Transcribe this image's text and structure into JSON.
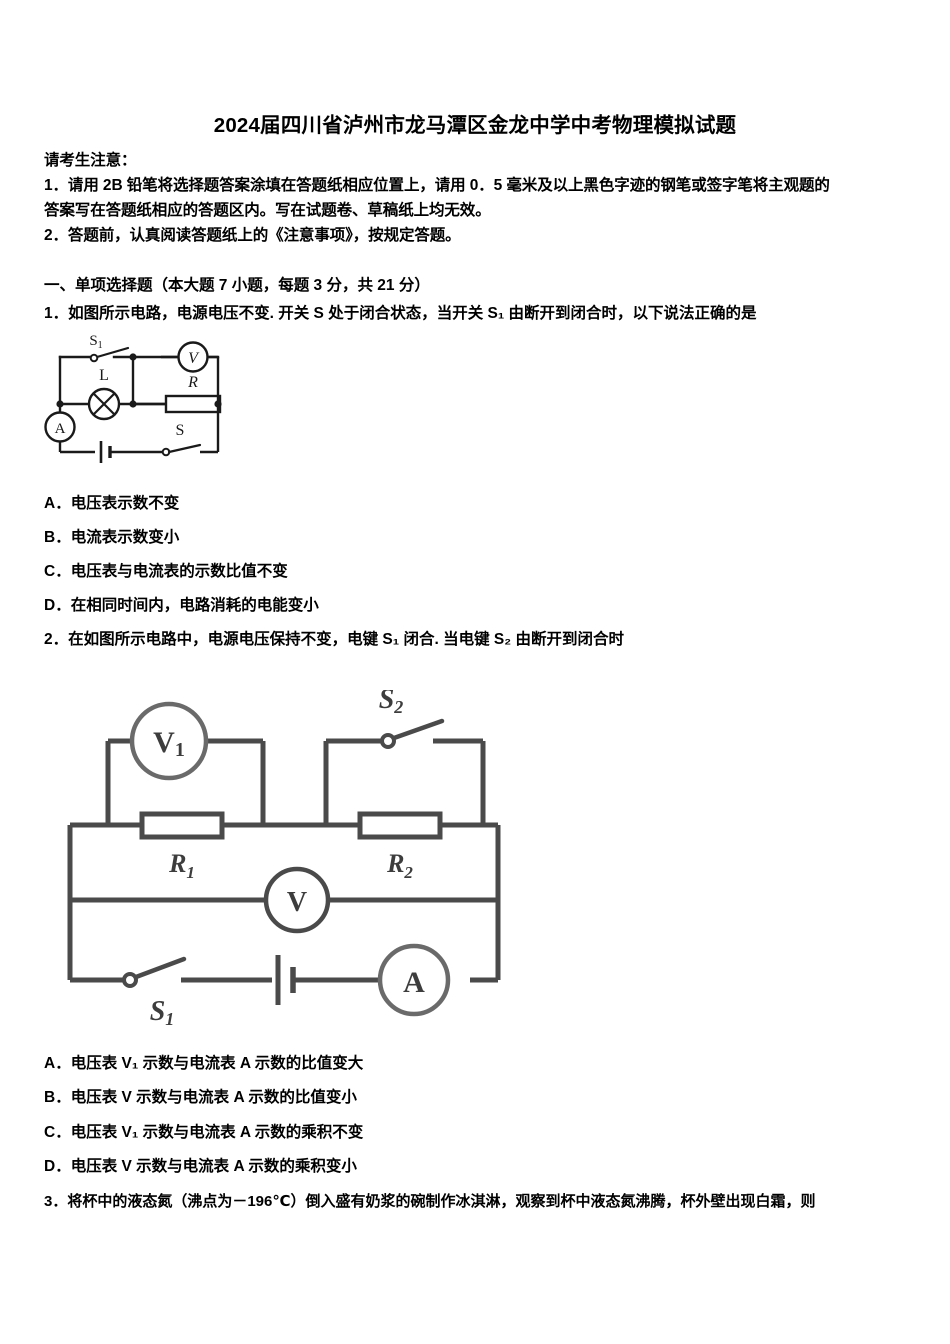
{
  "document": {
    "title": "2024届四川省泸州市龙马潭区金龙中学中考物理模拟试题",
    "notice_heading": "请考生注意：",
    "notice_1": "1．请用 2B 铅笔将选择题答案涂填在答题纸相应位置上，请用 0．5 毫米及以上黑色字迹的钢笔或签字笔将主观题的",
    "notice_1b": "答案写在答题纸相应的答题区内。写在试题卷、草稿纸上均无效。",
    "notice_2": "2．答题前，认真阅读答题纸上的《注意事项》，按规定答题。",
    "section_heading": "一、单项选择题（本大题 7 小题，每题 3 分，共 21 分）"
  },
  "questions": [
    {
      "number": "1．",
      "stem": "如图所示电路，电源电压不变. 开关 S 处于闭合状态，当开关 S₁ 由断开到闭合时，以下说法正确的是",
      "figure": {
        "name": "circuit-diagram-1",
        "labels": {
          "switch_top": "S₁",
          "lamp": "L",
          "voltmeter": "V",
          "resistor": "R",
          "ammeter": "A",
          "switch_bottom": "S"
        }
      },
      "options": [
        {
          "label": "A．",
          "text": "电压表示数不变"
        },
        {
          "label": "B．",
          "text": "电流表示数变小"
        },
        {
          "label": "C．",
          "text": "电压表与电流表的示数比值不变"
        },
        {
          "label": "D．",
          "text": "在相同时间内，电路消耗的电能变小"
        }
      ]
    },
    {
      "number": "2．",
      "stem": "在如图所示电路中，电源电压保持不变，电键 S₁ 闭合. 当电键 S₂ 由断开到闭合时",
      "figure": {
        "name": "circuit-diagram-2",
        "labels": {
          "voltmeter_1": "V₁",
          "switch_2": "S₂",
          "resistor_1": "R₁",
          "resistor_2": "R₂",
          "voltmeter_main": "V",
          "switch_1": "S₁",
          "ammeter": "A"
        }
      },
      "options": [
        {
          "label": "A．",
          "text": "电压表 V₁ 示数与电流表 A 示数的比值变大"
        },
        {
          "label": "B．",
          "text": "电压表 V 示数与电流表 A 示数的比值变小"
        },
        {
          "label": "C．",
          "text": "电压表 V₁ 示数与电流表 A 示数的乘积不变"
        },
        {
          "label": "D．",
          "text": "电压表 V 示数与电流表 A 示数的乘积变小"
        }
      ]
    },
    {
      "number": "3．",
      "stem": "将杯中的液态氮（沸点为－196℃）倒入盛有奶浆的碗制作冰淇淋，观察到杯中液态氮沸腾，杯外壁出现白霜，则",
      "options": []
    }
  ]
}
